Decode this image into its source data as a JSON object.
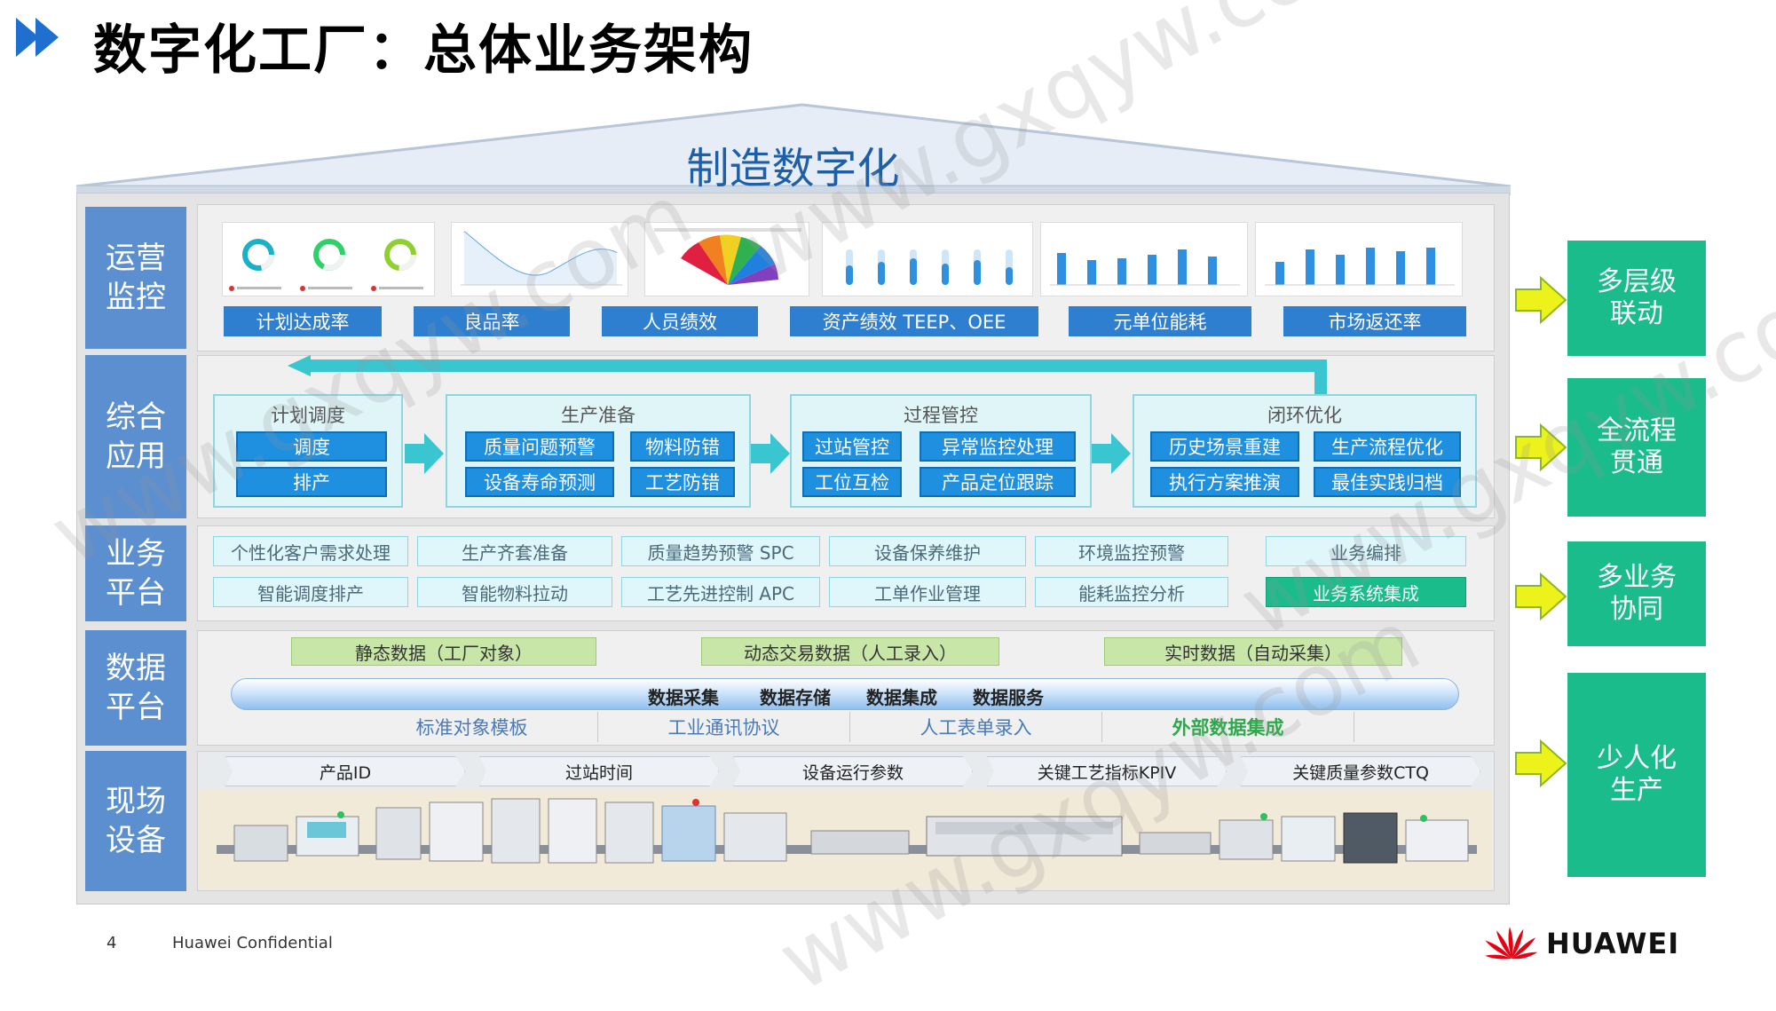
{
  "page_title": "数字化工厂：总体业务架构",
  "roof_title": "制造数字化",
  "row_labels": {
    "ops": "运营监控",
    "apps": "综合应用",
    "biz": "业务平台",
    "data": "数据平台",
    "site": "现场设备"
  },
  "ops_items": [
    "计划达成率",
    "良品率",
    "人员绩效",
    "资产绩效 TEEP、OEE",
    "元单位能耗",
    "市场返还率"
  ],
  "apps_groups": [
    {
      "title": "计划调度",
      "items": [
        "调度",
        "排产"
      ]
    },
    {
      "title": "生产准备",
      "items": [
        "质量问题预警",
        "物料防错",
        "设备寿命预测",
        "工艺防错"
      ]
    },
    {
      "title": "过程管控",
      "items": [
        "过站管控",
        "异常监控处理",
        "工位互检",
        "产品定位跟踪"
      ]
    },
    {
      "title": "闭环优化",
      "items": [
        "历史场景重建",
        "生产流程优化",
        "执行方案推演",
        "最佳实践归档"
      ]
    }
  ],
  "biz_row1": [
    "个性化客户需求处理",
    "生产齐套准备",
    "质量趋势预警 SPC",
    "设备保养维护",
    "环境监控预警",
    "业务编排"
  ],
  "biz_row2": [
    "智能调度排产",
    "智能物料拉动",
    "工艺先进控制 APC",
    "工单作业管理",
    "能耗监控分析",
    "业务系统集成"
  ],
  "data_sources": [
    "静态数据（工厂对象）",
    "动态交易数据（人工录入）",
    "实时数据（自动采集）"
  ],
  "data_services": [
    "数据采集",
    "数据存储",
    "数据集成",
    "数据服务"
  ],
  "data_inputs": [
    "标准对象模板",
    "工业通讯协议",
    "人工表单录入",
    "外部数据集成"
  ],
  "site_tags": [
    "产品ID",
    "过站时间",
    "设备运行参数",
    "关键工艺指标KPIV",
    "关键质量参数CTQ"
  ],
  "outcomes": [
    "多层级联动",
    "全流程贯通",
    "多业务协同",
    "少人化生产"
  ],
  "footer": {
    "page_number": "4",
    "confidential": "Huawei Confidential",
    "brand": "HUAWEI"
  },
  "colors": {
    "row_label": "#5b8fd0",
    "outcome": "#1abc8c",
    "button": "#1f8fe0",
    "arrow": "#ecf21a",
    "brand": "#e60012"
  }
}
